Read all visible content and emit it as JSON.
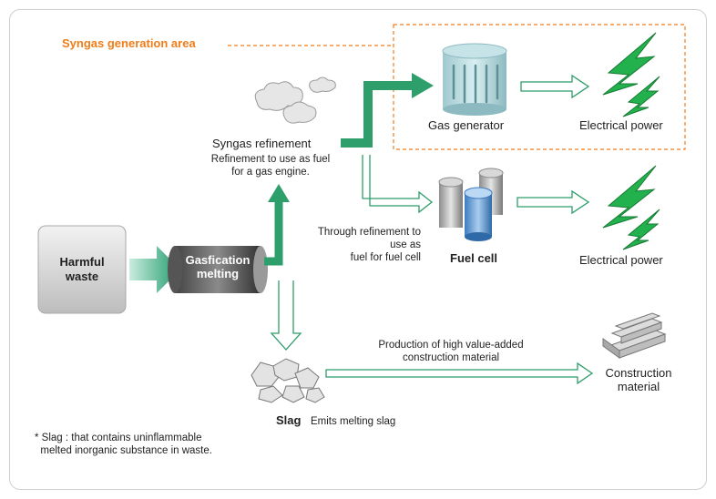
{
  "area_title": "Syngas generation area",
  "nodes": {
    "harmful_waste": "Harmful\nwaste",
    "gasification": "Gasfication\nmelting",
    "syngas_refinement": "Syngas refinement",
    "syngas_refinement_note": "Refinement to use as fuel\nfor a gas engine.",
    "gas_generator": "Gas generator",
    "electrical_power_top": "Electrical power",
    "fuel_cell_note": "Through refinement to\nuse as\nfuel for fuel cell",
    "fuel_cell": "Fuel cell",
    "electrical_power_mid": "Electrical power",
    "construction_note": "Production of high value-added\nconstruction material",
    "construction_material": "Construction\nmaterial",
    "slag": "Slag",
    "slag_note": "Emits melting slag"
  },
  "footnote": "* Slag : that contains uninflammable\n  melted inorganic substance in waste.",
  "colors": {
    "accent_orange": "#ef7d1a",
    "flow_green": "#2e9e6b",
    "lightning_green": "#22b14c"
  },
  "icons": [
    "cloud-icon",
    "cylinder-tank-icon",
    "lightning-icon",
    "fuel-cell-icon",
    "slag-rocks-icon",
    "brick-stack-icon"
  ]
}
